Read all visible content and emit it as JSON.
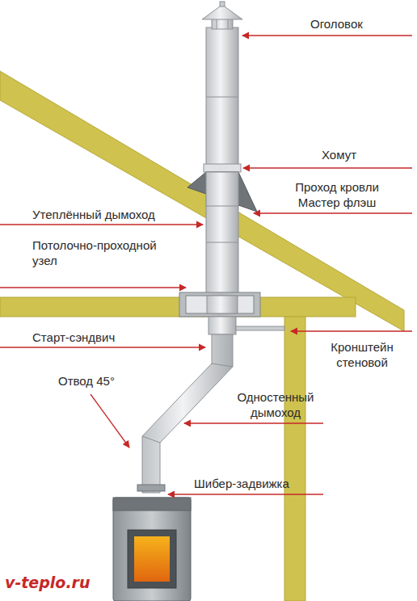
{
  "diagram": {
    "labels": [
      "Оголовок",
      "Хомут",
      "Проход кровли Мастер флэш",
      "Утеплённый дымоход",
      "Потолочно-проходной узел",
      "Старт-сэндвич",
      "Кронштейн стеновой",
      "Отвод 45°",
      "Одностенный дымоход",
      "Шибер-задвижка",
      "v-teplo.ru"
    ]
  }
}
